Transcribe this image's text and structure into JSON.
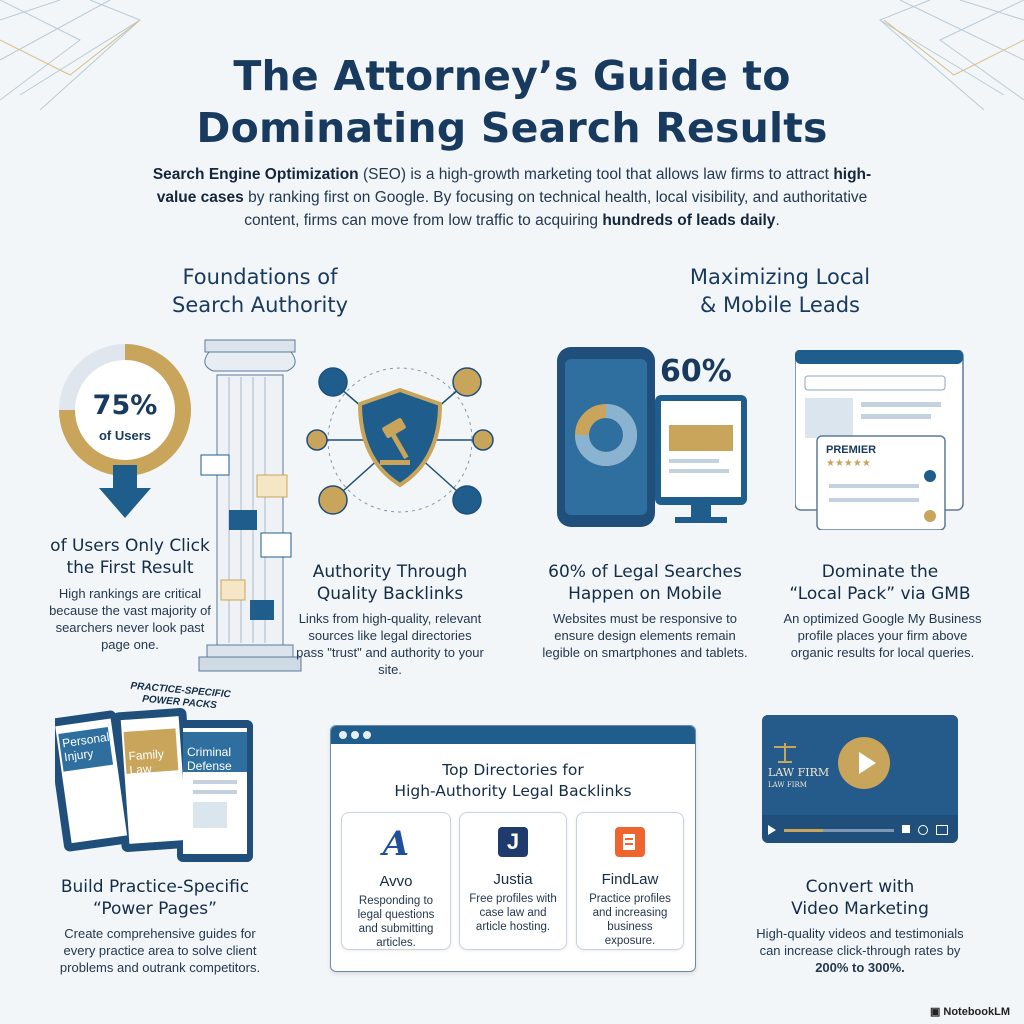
{
  "header": {
    "title_line1": "The Attorney’s Guide to",
    "title_line2": "Dominating Search Results",
    "intro": {
      "p1_bold": "Search Engine Optimization",
      "p1": " (SEO) is a high-growth marketing tool that allows law firms to attract ",
      "p2_bold": "high-value cases",
      "p2": " by ranking first on Google. By focusing on technical health, local visibility, and authoritative content, firms can move from low traffic to acquiring ",
      "p3_bold": "hundreds of leads daily",
      "p3": "."
    }
  },
  "sections": {
    "left": {
      "line1": "Foundations of",
      "line2": "Search Authority"
    },
    "right": {
      "line1": "Maximizing Local",
      "line2": "& Mobile Leads"
    }
  },
  "users_stat": {
    "percent": "75%",
    "sub": "of Users",
    "heading_line1": "of Users Only Click",
    "heading_line2": "the First Result",
    "desc": "High rankings are critical because the vast majority of searchers never look past page one."
  },
  "backlinks": {
    "heading_line1": "Authority Through",
    "heading_line2": "Quality Backlinks",
    "desc": "Links from high-quality, relevant sources like legal directories pass \"trust\" and authority to your site."
  },
  "mobile": {
    "percent": "60%",
    "heading_line1": "60% of Legal Searches",
    "heading_line2": "Happen on Mobile",
    "desc": "Websites must be responsive to ensure design elements remain legible on smartphones and tablets."
  },
  "gmb": {
    "card_label": "PREMIER",
    "stars": "★★★★★",
    "heading_line1": "Dominate the",
    "heading_line2": "“Local Pack” via GMB",
    "desc": "An optimized Google My Business profile places your firm above organic results for local queries."
  },
  "power_pages": {
    "banner_line1": "PRACTICE-SPECIFIC",
    "banner_line2": "POWER PACKS",
    "tabs": [
      {
        "line1": "Personal",
        "line2": "Injury"
      },
      {
        "line1": "Family",
        "line2": "Law"
      },
      {
        "line1": "Criminal",
        "line2": "Defense"
      }
    ],
    "heading_line1": "Build Practice-Specific",
    "heading_line2": "“Power Pages”",
    "desc": "Create comprehensive guides for every practice area to solve client problems and outrank competitors."
  },
  "directories": {
    "heading_line1": "Top Directories for",
    "heading_line2": "High-Authority Legal Backlinks",
    "items": [
      {
        "logo": "A",
        "name": "Avvo",
        "desc": "Responding to legal questions and submitting articles."
      },
      {
        "logo": "J",
        "name": "Justia",
        "desc": "Free profiles with case law and article hosting."
      },
      {
        "logo": "",
        "name": "FindLaw",
        "desc": "Practice profiles and increasing business exposure."
      }
    ]
  },
  "video": {
    "logo_line1": "LAW FIRM",
    "logo_line2": "LAW FIRM",
    "heading_line1": "Convert with",
    "heading_line2": "Video Marketing",
    "desc_pre": "High-quality videos and testimonials can increase click-through rates by ",
    "desc_bold": "200% to 300%.",
    "progress": 0.35
  },
  "footer": {
    "badge": "NotebookLM"
  },
  "colors": {
    "navy": "#1f4f7a",
    "gold": "#c9a55c",
    "orange": "#f0642d"
  }
}
